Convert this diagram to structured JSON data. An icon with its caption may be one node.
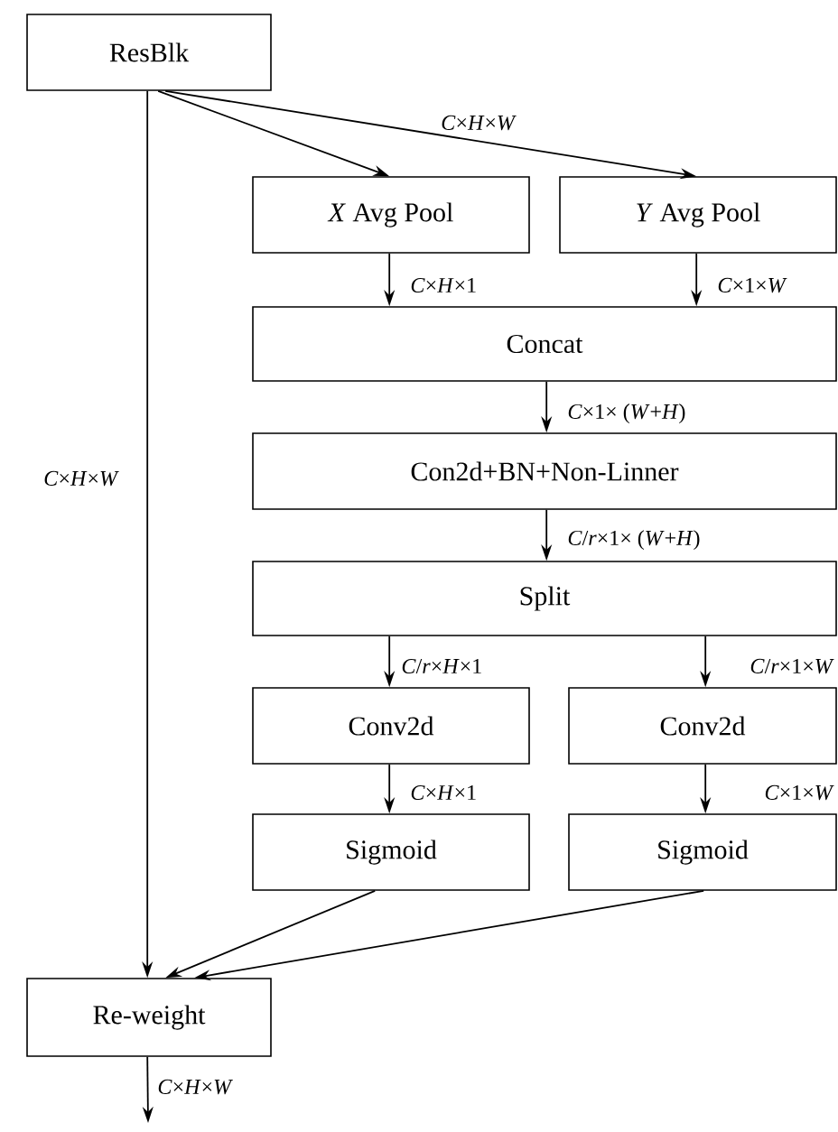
{
  "diagram": {
    "nodes": [
      {
        "text": [
          "ResBlk"
        ]
      },
      {
        "text": [
          "*X* Avg Pool"
        ]
      },
      {
        "text": [
          "*Y* Avg Pool"
        ]
      },
      {
        "text": [
          "Concat"
        ]
      },
      {
        "text": [
          "Con2d+BN+Non-Linner"
        ]
      },
      {
        "text": [
          "Split"
        ]
      },
      {
        "text": [
          "Conv2d"
        ]
      },
      {
        "text": [
          "Conv2d"
        ]
      },
      {
        "text": [
          "Sigmoid"
        ]
      },
      {
        "text": [
          "Sigmoid"
        ]
      },
      {
        "text": [
          "Re-weight"
        ]
      }
    ],
    "edges": [
      {
        "from": 0,
        "to": 1,
        "arrow": "to"
      },
      {
        "from": 0,
        "to": 2,
        "arrow": "to",
        "label": "*C*×*H*×*W*"
      },
      {
        "from": 0,
        "to": 10,
        "arrow": "to",
        "label": "*C*×*H*×*W*"
      },
      {
        "from": 1,
        "to": 3,
        "arrow": "to",
        "label": "*C*×*H*×1"
      },
      {
        "from": 2,
        "to": 3,
        "arrow": "to",
        "label": "*C*×1×*W*"
      },
      {
        "from": 3,
        "to": 4,
        "arrow": "to",
        "label": "*C*×1× (*W*+*H*)"
      },
      {
        "from": 4,
        "to": 5,
        "arrow": "to",
        "label": "*C*/*r*×1× (*W*+*H*)"
      },
      {
        "from": 5,
        "to": 6,
        "arrow": "to",
        "label": "*C*/*r*×*H*×1"
      },
      {
        "from": 5,
        "to": 7,
        "arrow": "to",
        "label": "*C*/*r*×1×*W*"
      },
      {
        "from": 6,
        "to": 8,
        "arrow": "to",
        "label": "*C*×*H*×1"
      },
      {
        "from": 7,
        "to": 9,
        "arrow": "to",
        "label": "*C*×1×*W*"
      },
      {
        "from": 8,
        "to": 10,
        "arrow": "to"
      },
      {
        "from": 9,
        "to": 10,
        "arrow": "to"
      },
      {
        "from": 10,
        "to": null,
        "arrow": "to",
        "label": "*C*×*H*×*W*"
      }
    ]
  }
}
